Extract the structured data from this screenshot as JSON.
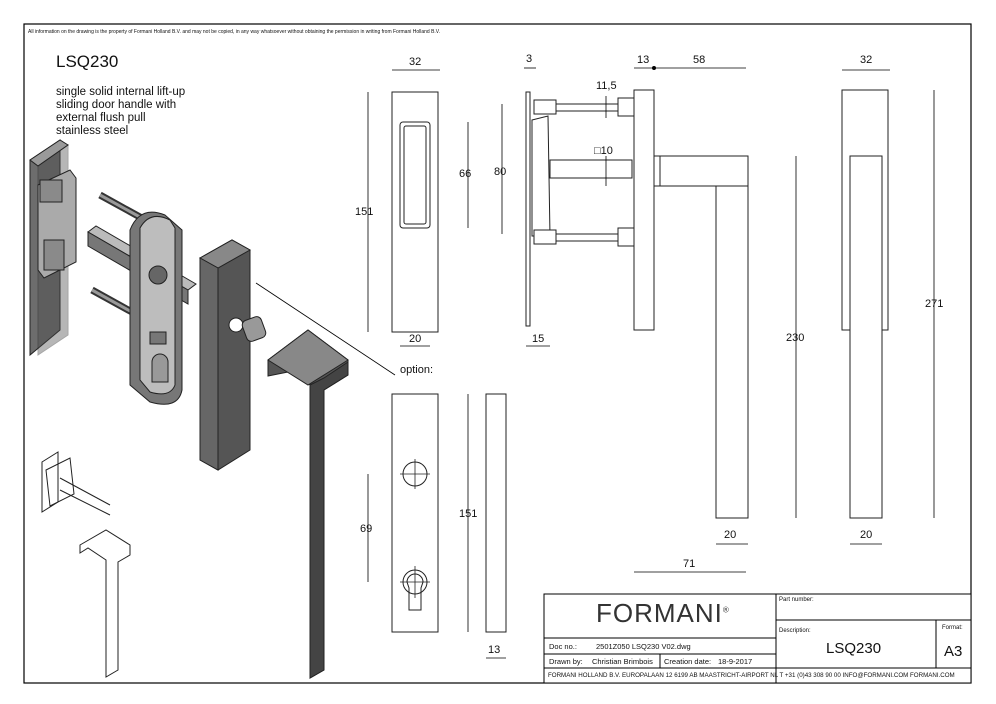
{
  "disclaimer": "All information on the drawing is the property of Formani Holland B.V. and may not be copied, in any way whatsoever without obtaining the permission in writing from Formani Holland B.V.",
  "product": {
    "code": "LSQ230",
    "description_lines": [
      "single solid internal lift-up",
      "sliding door handle with",
      "external flush pull",
      "stainless steel"
    ]
  },
  "option_label": "option:",
  "dimensions": {
    "flush_width": "32",
    "flush_height": "151",
    "flush_recess": "66",
    "flush_bottom": "20",
    "side_thickness": "3",
    "side_depth": "80",
    "side_bottom": "15",
    "spindle_offset": "11,5",
    "spindle_square": "□10",
    "rose_thickness": "13",
    "lever_projection": "58",
    "lever_height": "230",
    "lever_width_bottom": "20",
    "lever_total_depth": "71",
    "front_width": "32",
    "front_height": "271",
    "front_bottom": "20",
    "option_height": "151",
    "option_cylinder": "69",
    "option_thickness": "13"
  },
  "title_block": {
    "brand": "FORMANI",
    "brand_mark": "®",
    "doc_label": "Doc no.:",
    "doc_value": "2501Z050 LSQ230 V02.dwg",
    "drawn_label": "Drawn by:",
    "drawn_value": "Christian Brimbois",
    "date_label": "Creation date:",
    "date_value": "18-9-2017",
    "part_label": "Part number:",
    "desc_label": "Description:",
    "desc_value": "LSQ230",
    "format_label": "Format:",
    "format_value": "A3",
    "footer": "FORMANI HOLLAND B.V.  EUROPALAAN 12  6199 AB MAASTRICHT-AIRPORT NL  T +31 (0)43 308 90 00 INFO@FORMANI.COM FORMANI.COM"
  }
}
